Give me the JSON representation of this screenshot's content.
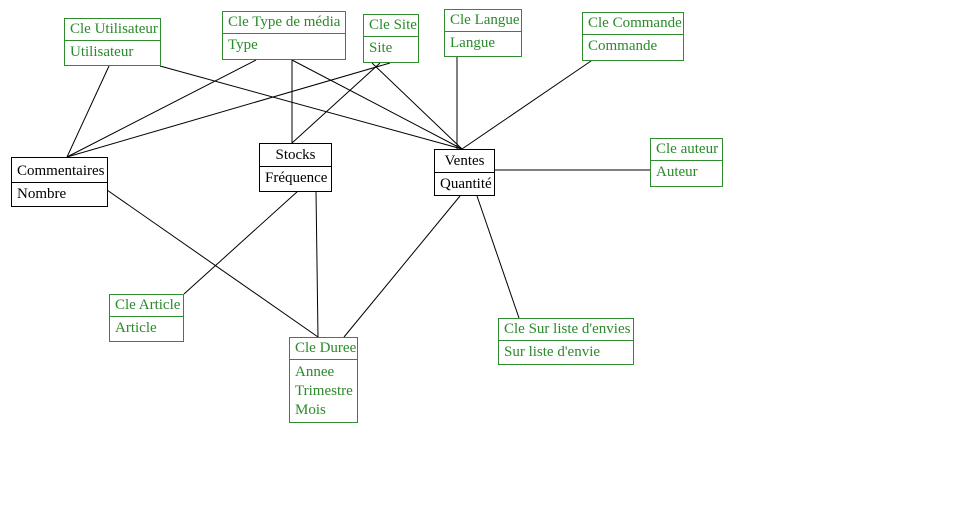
{
  "colors": {
    "dimension": "#2a8a2a",
    "fact": "#000000",
    "line": "#000000",
    "background": "#ffffff"
  },
  "dimensions": {
    "cle_utilisateur": {
      "title": "Cle Utilisateur",
      "attrs": [
        "Utilisateur"
      ]
    },
    "cle_type_media": {
      "title": "Cle Type de média",
      "attrs": [
        "Type"
      ]
    },
    "cle_site": {
      "title": "Cle Site",
      "attrs": [
        "Site"
      ]
    },
    "cle_langue": {
      "title": "Cle Langue",
      "attrs": [
        "Langue"
      ]
    },
    "cle_commande": {
      "title": "Cle Commande",
      "attrs": [
        "Commande"
      ]
    },
    "cle_auteur": {
      "title": "Cle auteur",
      "attrs": [
        "Auteur"
      ]
    },
    "cle_article": {
      "title": "Cle Article",
      "attrs": [
        "Article"
      ]
    },
    "cle_duree": {
      "title": "Cle Duree",
      "attrs": [
        "Annee",
        "Trimestre",
        "Mois"
      ]
    },
    "cle_sur_liste": {
      "title": "Cle Sur liste d'envies",
      "attrs": [
        "Sur liste d'envie"
      ]
    }
  },
  "facts": {
    "commentaires": {
      "title": "Commentaires",
      "attrs": [
        "Nombre"
      ]
    },
    "stocks": {
      "title": "Stocks",
      "attrs": [
        "Fréquence"
      ]
    },
    "ventes": {
      "title": "Ventes",
      "attrs": [
        "Quantité"
      ]
    }
  }
}
